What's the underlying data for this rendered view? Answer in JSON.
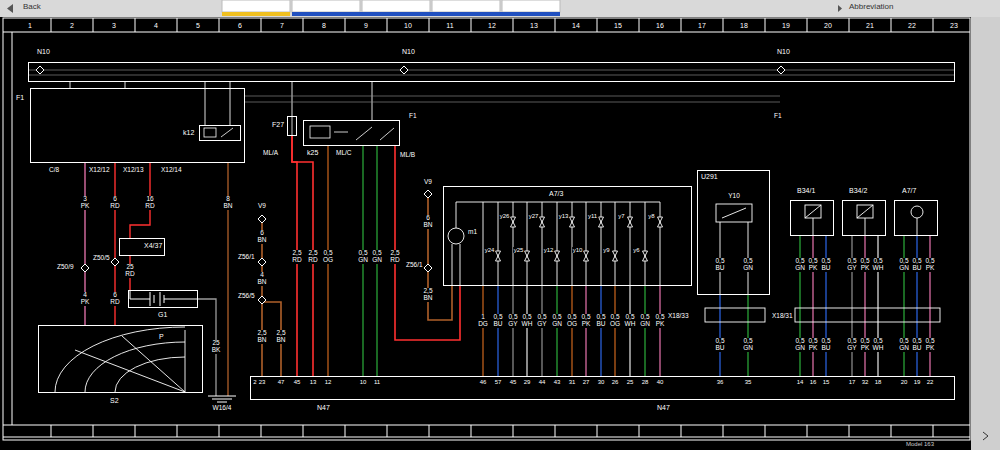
{
  "diagram": {
    "nodes": [
      {
        "text": [
          "N10",
          "N10",
          "N10"
        ]
      },
      {
        "text": [
          "F1"
        ]
      },
      {
        "text": [
          "k12"
        ],
        "in": 1
      },
      {
        "text": [
          "F27"
        ]
      },
      {
        "text": [
          "k25"
        ]
      },
      {
        "text": [
          "X4/37"
        ]
      },
      {
        "text": [
          "G1"
        ]
      },
      {
        "text": [
          "S2"
        ]
      },
      {
        "text": [
          "A7/3"
        ]
      },
      {
        "text": [
          "U291"
        ]
      },
      {
        "text": [
          "B34/1"
        ]
      },
      {
        "text": [
          "B34/2"
        ]
      },
      {
        "text": [
          "A7/7"
        ]
      },
      {
        "text": [
          "N47",
          "N47"
        ]
      }
    ],
    "edges": [
      {
        "from": 0,
        "to": 1,
        "arrow": "none"
      },
      {
        "from": 0,
        "to": 1,
        "arrow": "none"
      },
      {
        "from": 0,
        "to": 2,
        "arrow": "none"
      },
      {
        "from": 0,
        "to": 2,
        "arrow": "none"
      },
      {
        "from": 0,
        "to": 3,
        "arrow": "none"
      },
      {
        "from": 0,
        "to": 4,
        "arrow": "none"
      },
      {
        "from": 1,
        "to": 7,
        "arrow": "none"
      },
      {
        "from": 1,
        "to": 7,
        "arrow": "none"
      },
      {
        "from": 1,
        "to": 5,
        "arrow": "none"
      },
      {
        "from": 5,
        "to": 6,
        "arrow": "none"
      },
      {
        "from": 3,
        "to": 13,
        "arrow": "none"
      },
      {
        "from": 3,
        "to": 13,
        "arrow": "none"
      },
      {
        "from": 4,
        "to": 13,
        "arrow": "none"
      },
      {
        "from": 4,
        "to": 13,
        "arrow": "none"
      },
      {
        "from": 4,
        "to": 13,
        "arrow": "none"
      },
      {
        "from": 4,
        "to": 8,
        "arrow": "none"
      },
      {
        "from": 8,
        "to": 13,
        "arrow": "none"
      },
      {
        "from": 8,
        "to": 13,
        "arrow": "none"
      },
      {
        "from": 8,
        "to": 13,
        "arrow": "none"
      },
      {
        "from": 8,
        "to": 13,
        "arrow": "none"
      },
      {
        "from": 8,
        "to": 13,
        "arrow": "none"
      },
      {
        "from": 8,
        "to": 13,
        "arrow": "none"
      },
      {
        "from": 8,
        "to": 13,
        "arrow": "none"
      },
      {
        "from": 8,
        "to": 13,
        "arrow": "none"
      },
      {
        "from": 8,
        "to": 13,
        "arrow": "none"
      },
      {
        "from": 8,
        "to": 13,
        "arrow": "none"
      },
      {
        "from": 8,
        "to": 13,
        "arrow": "none"
      },
      {
        "from": 8,
        "to": 13,
        "arrow": "none"
      },
      {
        "from": 8,
        "to": 13,
        "arrow": "none"
      },
      {
        "from": 9,
        "to": 13,
        "arrow": "none"
      },
      {
        "from": 9,
        "to": 13,
        "arrow": "none"
      },
      {
        "from": 10,
        "to": 13,
        "arrow": "none"
      },
      {
        "from": 10,
        "to": 13,
        "arrow": "none"
      },
      {
        "from": 10,
        "to": 13,
        "arrow": "none"
      },
      {
        "from": 11,
        "to": 13,
        "arrow": "none"
      },
      {
        "from": 11,
        "to": 13,
        "arrow": "none"
      },
      {
        "from": 11,
        "to": 13,
        "arrow": "none"
      },
      {
        "from": 12,
        "to": 13,
        "arrow": "none"
      },
      {
        "from": 12,
        "to": 13,
        "arrow": "none"
      },
      {
        "from": 12,
        "to": 13,
        "arrow": "none"
      }
    ],
    "labels": [
      "Back",
      "Abbreviation",
      "Model 163",
      "1",
      "2",
      "3",
      "4",
      "5",
      "6",
      "7",
      "8",
      "9",
      "10",
      "11",
      "12",
      "13",
      "14",
      "15",
      "16",
      "17",
      "18",
      "19",
      "20",
      "21",
      "22",
      "23",
      "C/8",
      "X12/12",
      "X12/13",
      "X12/14",
      "3 PK",
      "6 RD",
      "16 RD",
      "8 BN",
      "Z50/9",
      "Z50/5",
      "4 PK",
      "6 RD",
      "25 RD",
      "25 BK",
      "W16/4",
      "F1",
      "F1",
      "V9",
      "6 BN",
      "Z56/1",
      "4 BN",
      "Z56/5",
      "2,5 BN",
      "2,5 BN",
      "2,5 RD",
      "2,5 RD",
      "ML/A",
      "0,5 OG",
      "ML/C",
      "0,5 GN",
      "0,5 GN",
      "ML/B",
      "2,5 RD",
      "V9",
      "6 BN",
      "Z56/1",
      "2,5 BN",
      "m1",
      "y26",
      "y27",
      "y13",
      "y11",
      "y7",
      "y8",
      "y24",
      "y25",
      "y12",
      "y10",
      "y9",
      "y6",
      "1 DG",
      "0,5 BU",
      "0,5 GY",
      "0,5 WH",
      "0,5 GY",
      "0,5 GN",
      "0,5 OG",
      "0,5 PK",
      "0,5 BU",
      "0,5 OG",
      "0,5 WH",
      "0,5 GN",
      "0,5 PK",
      "Y10",
      "0,5 BU",
      "0,5 GN",
      "X18/33",
      "0,5 BU",
      "0,5 GN",
      "X18/31",
      "0,5 GN",
      "0,5 PK",
      "0,5 BU",
      "0,5 GY",
      "0,5 PK",
      "0,5 WH",
      "0,5 GN",
      "0,5 BU",
      "0,5 PK",
      "0,5 GN",
      "0,5 PK",
      "0,5 BU",
      "0,5 GY",
      "0,5 PK",
      "0,5 WH",
      "0,5 GN",
      "0,5 BU",
      "0,5 PK",
      "2",
      "23",
      "47",
      "45",
      "13",
      "12",
      "10",
      "11",
      "46",
      "57",
      "45",
      "29",
      "44",
      "43",
      "31",
      "27",
      "30",
      "26",
      "25",
      "28",
      "40",
      "36",
      "35",
      "14",
      "16",
      "15",
      "17",
      "32",
      "18",
      "20",
      "19",
      "22",
      "P"
    ]
  }
}
